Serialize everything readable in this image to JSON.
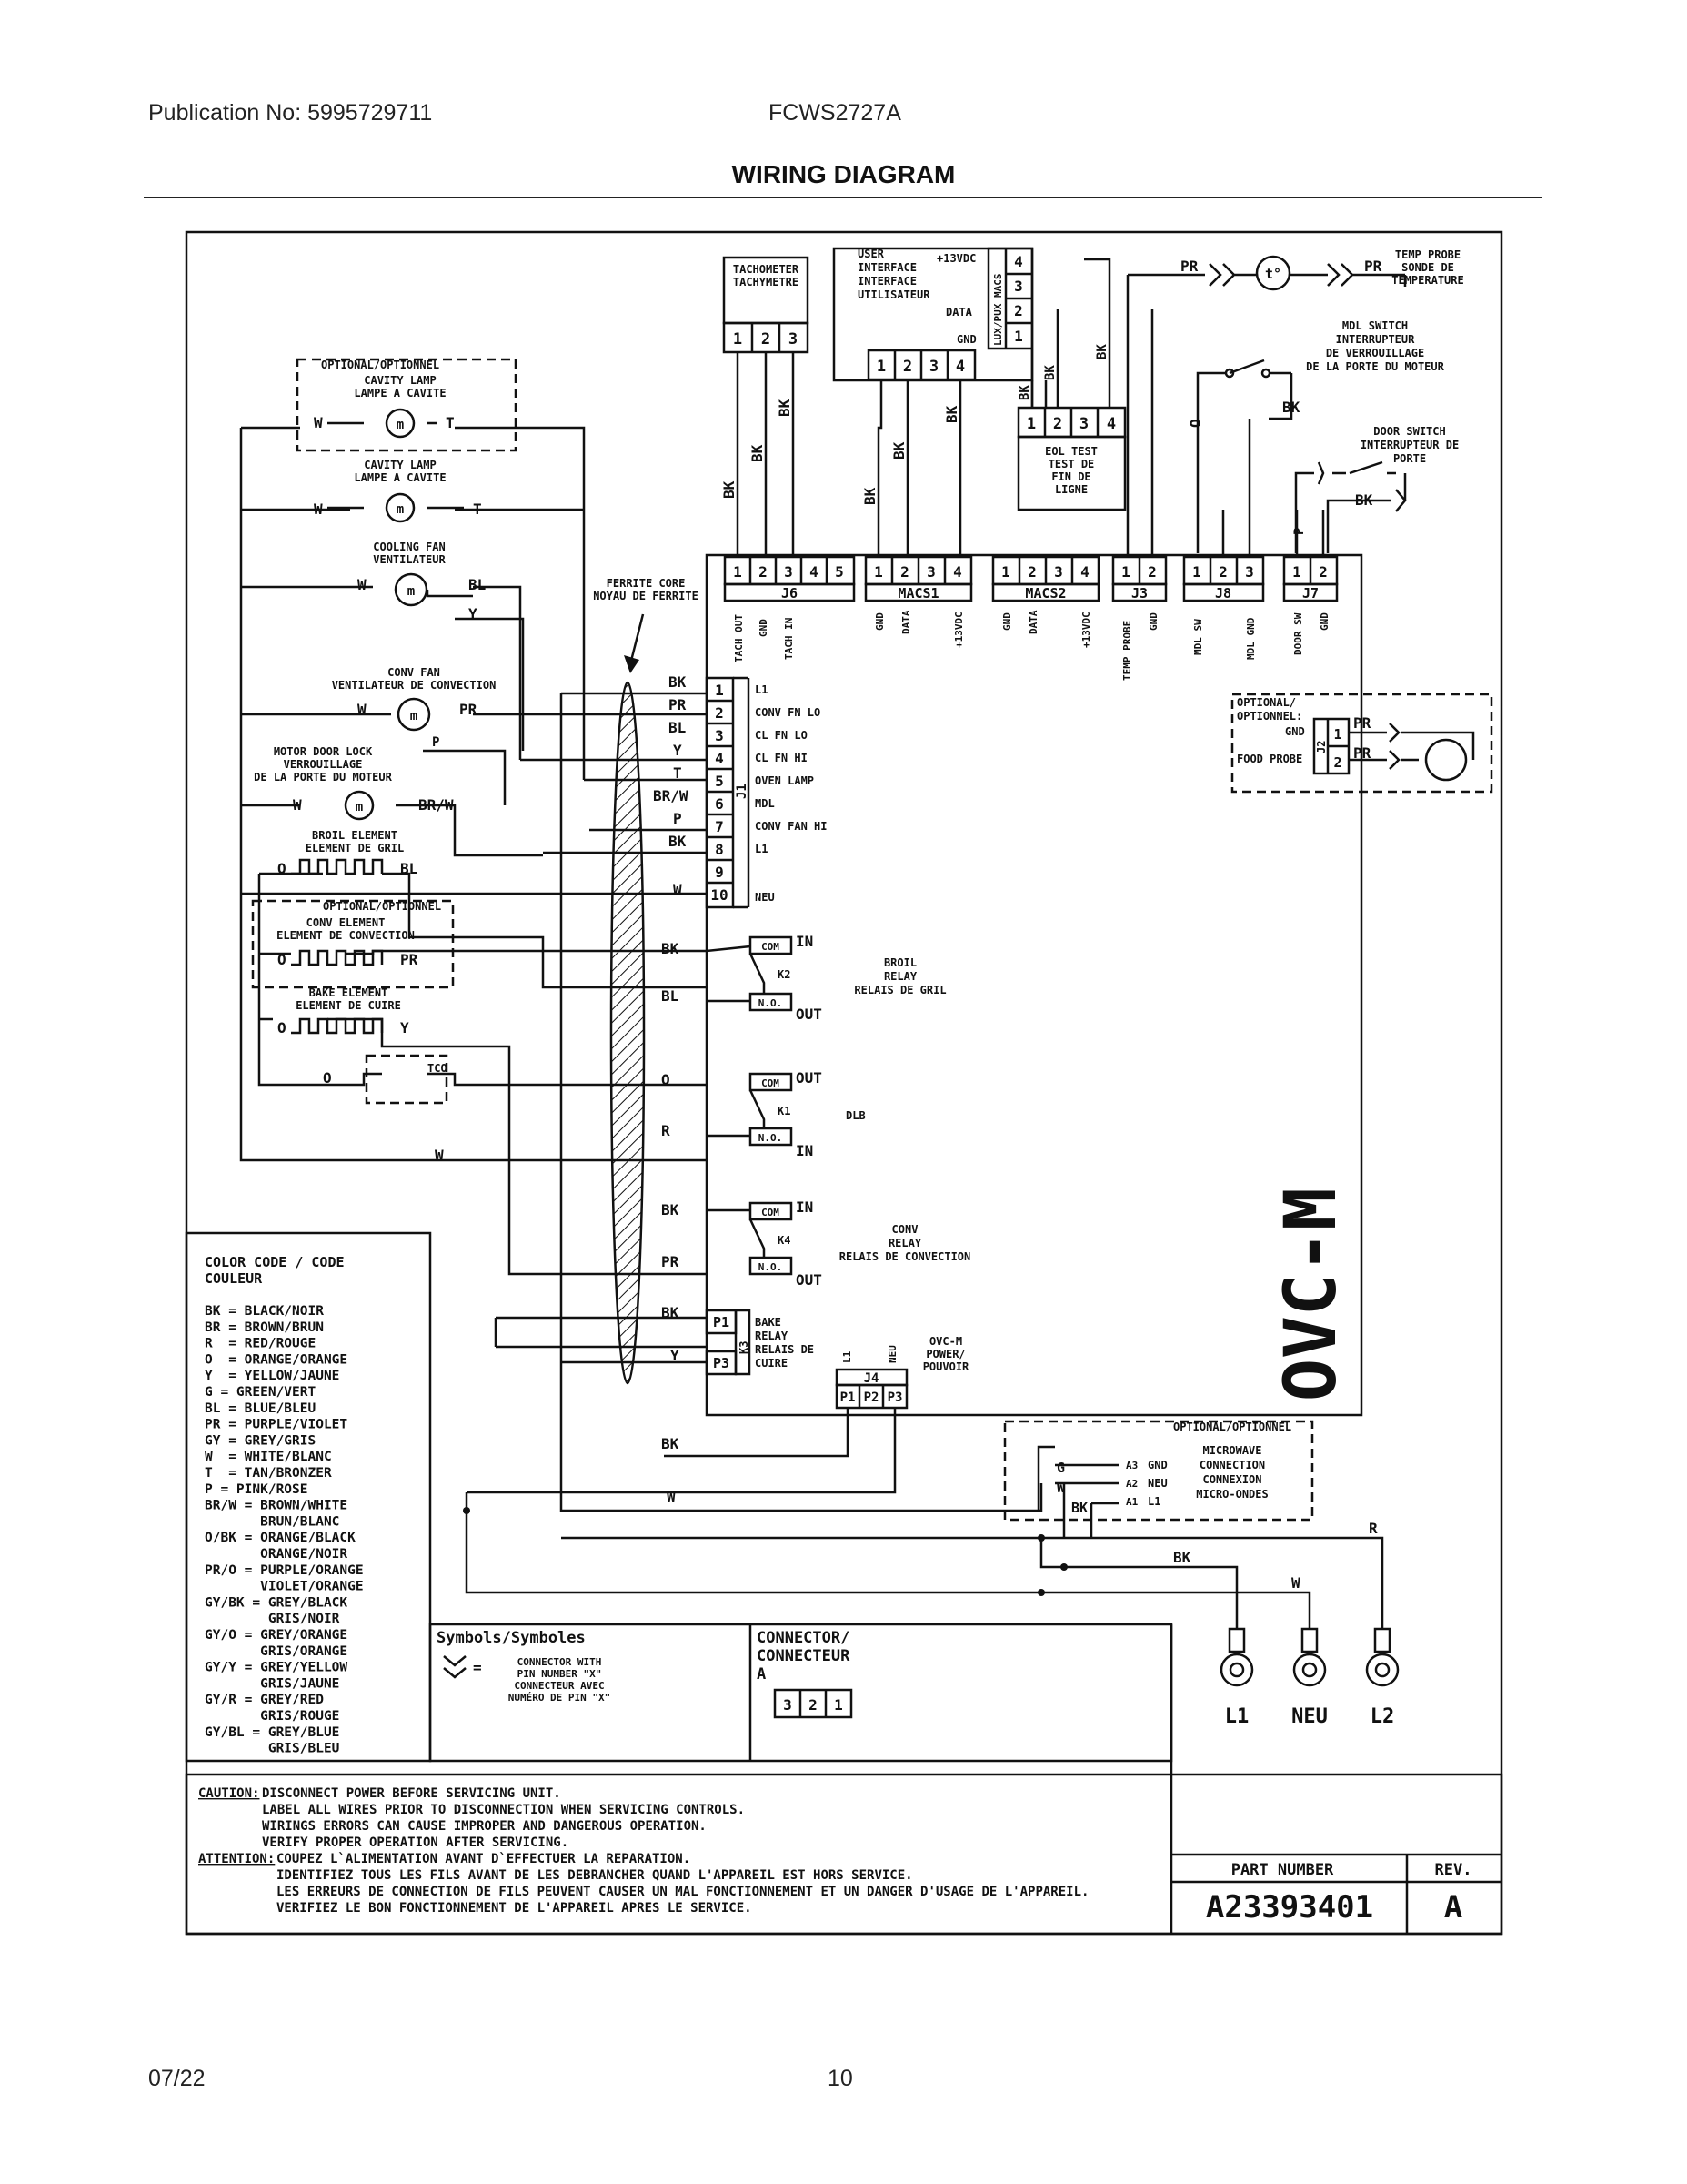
{
  "header": {
    "publication": "Publication No: 5995729711",
    "model": "FCWS2727A",
    "title": "WIRING DIAGRAM"
  },
  "footer": {
    "date": "07/22",
    "page": "10"
  },
  "modules": {
    "tachometer": "TACHOMETER\nTACHYMETRE",
    "user_interface": "USER\nINTERFACE\nINTERFACE\nUTILISATEUR",
    "ui_pins": [
      "+13VDC",
      "LUX/PUX MACS",
      "DATA",
      "GND"
    ],
    "eol_test": "EOL TEST\nTEST DE\nFIN DE\nLIGNE",
    "temp_probe": "TEMP PROBE\nSONDE DE\nTEMPERATURE",
    "mdl_switch": "MDL SWITCH\nINTERRUPTEUR\nDE VERROUILLAGE\nDE LA PORTE DU MOTEUR",
    "door_switch": "DOOR SWITCH\nINTERRUPTEUR DE\nPORTE",
    "optional": "OPTIONAL/OPTIONNEL",
    "optional_probe": "OPTIONAL/\nOPTIONNEL:",
    "food_probe": "FOOD PROBE",
    "cavity_lamp": "CAVITY LAMP\nLAMPE A CAVITE",
    "cooling_fan": "COOLING FAN\nVENTILATEUR",
    "ferrite": "FERRITE CORE\nNOYAU DE FERRITE",
    "conv_fan": "CONV FAN\nVENTILATEUR DE CONVECTION",
    "motor_lock": "MOTOR DOOR LOCK\nVERROUILLAGE\nDE LA PORTE DU MOTEUR",
    "broil_element": "BROIL ELEMENT\nELEMENT DE GRIL",
    "conv_element": "CONV ELEMENT\nELEMENT DE CONVECTION",
    "bake_element": "BAKE ELEMENT\nELEMENT DE CUIRE",
    "tco": "TCO",
    "board_name": "OVC-M",
    "broil_relay": "BROIL\nRELAY\nRELAIS DE GRIL",
    "dlb": "DLB",
    "conv_relay": "CONV\nRELAY\nRELAIS DE CONVECTION",
    "bake_relay": "BAKE\nRELAY\nRELAIS DE\nCUIRE",
    "ovcm_power": "OVC-M\nPOWER/\nPOUVOIR",
    "microwave": "MICROWAVE\nCONNECTION\nCONNEXION\nMICRO-ONDES"
  },
  "connectors": {
    "j6": {
      "name": "J6",
      "pins": [
        "1",
        "2",
        "3",
        "4",
        "5"
      ],
      "labels": [
        "TACH OUT",
        "GND",
        "TACH IN"
      ]
    },
    "macs1": {
      "name": "MACS1",
      "pins": [
        "1",
        "2",
        "3",
        "4"
      ],
      "labels": [
        "GND",
        "DATA",
        "+13VDC"
      ]
    },
    "macs2": {
      "name": "MACS2",
      "pins": [
        "1",
        "2",
        "3",
        "4"
      ],
      "labels": [
        "GND",
        "DATA",
        "+13VDC"
      ]
    },
    "j3": {
      "name": "J3",
      "pins": [
        "1",
        "2"
      ],
      "labels": [
        "TEMP PROBE",
        "GND"
      ]
    },
    "j8": {
      "name": "J8",
      "pins": [
        "1",
        "2",
        "3"
      ],
      "labels": [
        "MDL SW",
        "MDL GND"
      ]
    },
    "j7": {
      "name": "J7",
      "pins": [
        "1",
        "2"
      ],
      "labels": [
        "DOOR SW",
        "GND"
      ]
    },
    "j1": {
      "name": "J1",
      "pins": [
        "1",
        "2",
        "3",
        "4",
        "5",
        "6",
        "7",
        "8",
        "9",
        "10"
      ],
      "labels": [
        "L1",
        "CONV FN LO",
        "CL FN LO",
        "CL FN HI",
        "OVEN LAMP",
        "MDL",
        "CONV FAN HI",
        "L1",
        "",
        "NEU"
      ],
      "wires": [
        "BK",
        "PR",
        "BL",
        "Y",
        "T",
        "BR/W",
        "P",
        "BK",
        "",
        "W"
      ]
    },
    "j4": {
      "name": "J4",
      "pins": [
        "P1",
        "P2",
        "P3"
      ],
      "labels": [
        "L1",
        "NEU"
      ]
    },
    "j2": {
      "name": "J2",
      "pins": [
        "1",
        "2"
      ],
      "labels": [
        "GND"
      ]
    },
    "k3_pins": [
      "P1",
      "P3"
    ],
    "relay_terms": {
      "com": "COM",
      "no": "N.O.",
      "in": "IN",
      "out": "OUT",
      "k1": "K1",
      "k2": "K2",
      "k3": "K3",
      "k4": "K4"
    },
    "mw_terms": [
      "A3",
      "A2",
      "A1"
    ],
    "mw_labels": [
      "GND",
      "NEU",
      "L1"
    ]
  },
  "wire_colors": {
    "bk": "BK",
    "pr": "PR",
    "bl": "BL",
    "y": "Y",
    "t": "T",
    "w": "W",
    "o": "O",
    "r": "R",
    "p": "P",
    "g": "G",
    "brw": "BR/W"
  },
  "terminals": [
    "L1",
    "NEU",
    "L2"
  ],
  "legend": {
    "title": "COLOR CODE / CODE\nCOULEUR",
    "lines": [
      "BK = BLACK/NOIR",
      "BR = BROWN/BRUN",
      "R  = RED/ROUGE",
      "O  = ORANGE/ORANGE",
      "Y  = YELLOW/JAUNE",
      "G = GREEN/VERT",
      "BL = BLUE/BLEU",
      "PR = PURPLE/VIOLET",
      "GY = GREY/GRIS",
      "W  = WHITE/BLANC",
      "T  = TAN/BRONZER",
      "P = PINK/ROSE",
      "BR/W = BROWN/WHITE",
      "       BRUN/BLANC",
      "O/BK = ORANGE/BLACK",
      "       ORANGE/NOIR",
      "PR/O = PURPLE/ORANGE",
      "       VIOLET/ORANGE",
      "GY/BK = GREY/BLACK",
      "        GRIS/NOIR",
      "GY/O = GREY/ORANGE",
      "       GRIS/ORANGE",
      "GY/Y = GREY/YELLOW",
      "       GRIS/JAUNE",
      "GY/R = GREY/RED",
      "       GRIS/ROUGE",
      "GY/BL = GREY/BLUE",
      "        GRIS/BLEU"
    ]
  },
  "symbols": {
    "title": "Symbols/Symboles",
    "desc": "CONNECTOR WITH\nPIN NUMBER \"X\"\nCONNECTEUR AVEC\nNUMÉRO DE PIN \"X\""
  },
  "connector_box": {
    "title": "CONNECTOR/\nCONNECTEUR\nA",
    "pins": [
      "3",
      "2",
      "1"
    ]
  },
  "caution": {
    "label": "CAUTION:",
    "lines": [
      "DISCONNECT POWER BEFORE SERVICING UNIT.",
      "LABEL ALL WIRES PRIOR TO DISCONNECTION WHEN SERVICING CONTROLS.",
      "WIRINGS ERRORS CAN CAUSE IMPROPER AND DANGEROUS OPERATION.",
      "VERIFY PROPER OPERATION AFTER SERVICING."
    ],
    "attention_label": "ATTENTION:",
    "attention_lines": [
      "COUPEZ L`ALIMENTATION AVANT D`EFFECTUER LA REPARATION.",
      "IDENTIFIEZ TOUS LES FILS AVANT DE LES DEBRANCHER QUAND L'APPAREIL EST HORS SERVICE.",
      "LES ERREURS DE CONNECTION DE FILS PEUVENT CAUSER UN MAL FONCTIONNEMENT ET UN DANGER D'USAGE DE L'APPAREIL.",
      "VERIFIEZ LE BON FONCTIONNEMENT DE L'APPAREIL APRES LE SERVICE."
    ]
  },
  "part": {
    "label": "PART NUMBER",
    "rev_label": "REV.",
    "number": "A23393401",
    "rev": "A"
  },
  "colors": {
    "ink": "#111111",
    "paper": "#ffffff"
  }
}
